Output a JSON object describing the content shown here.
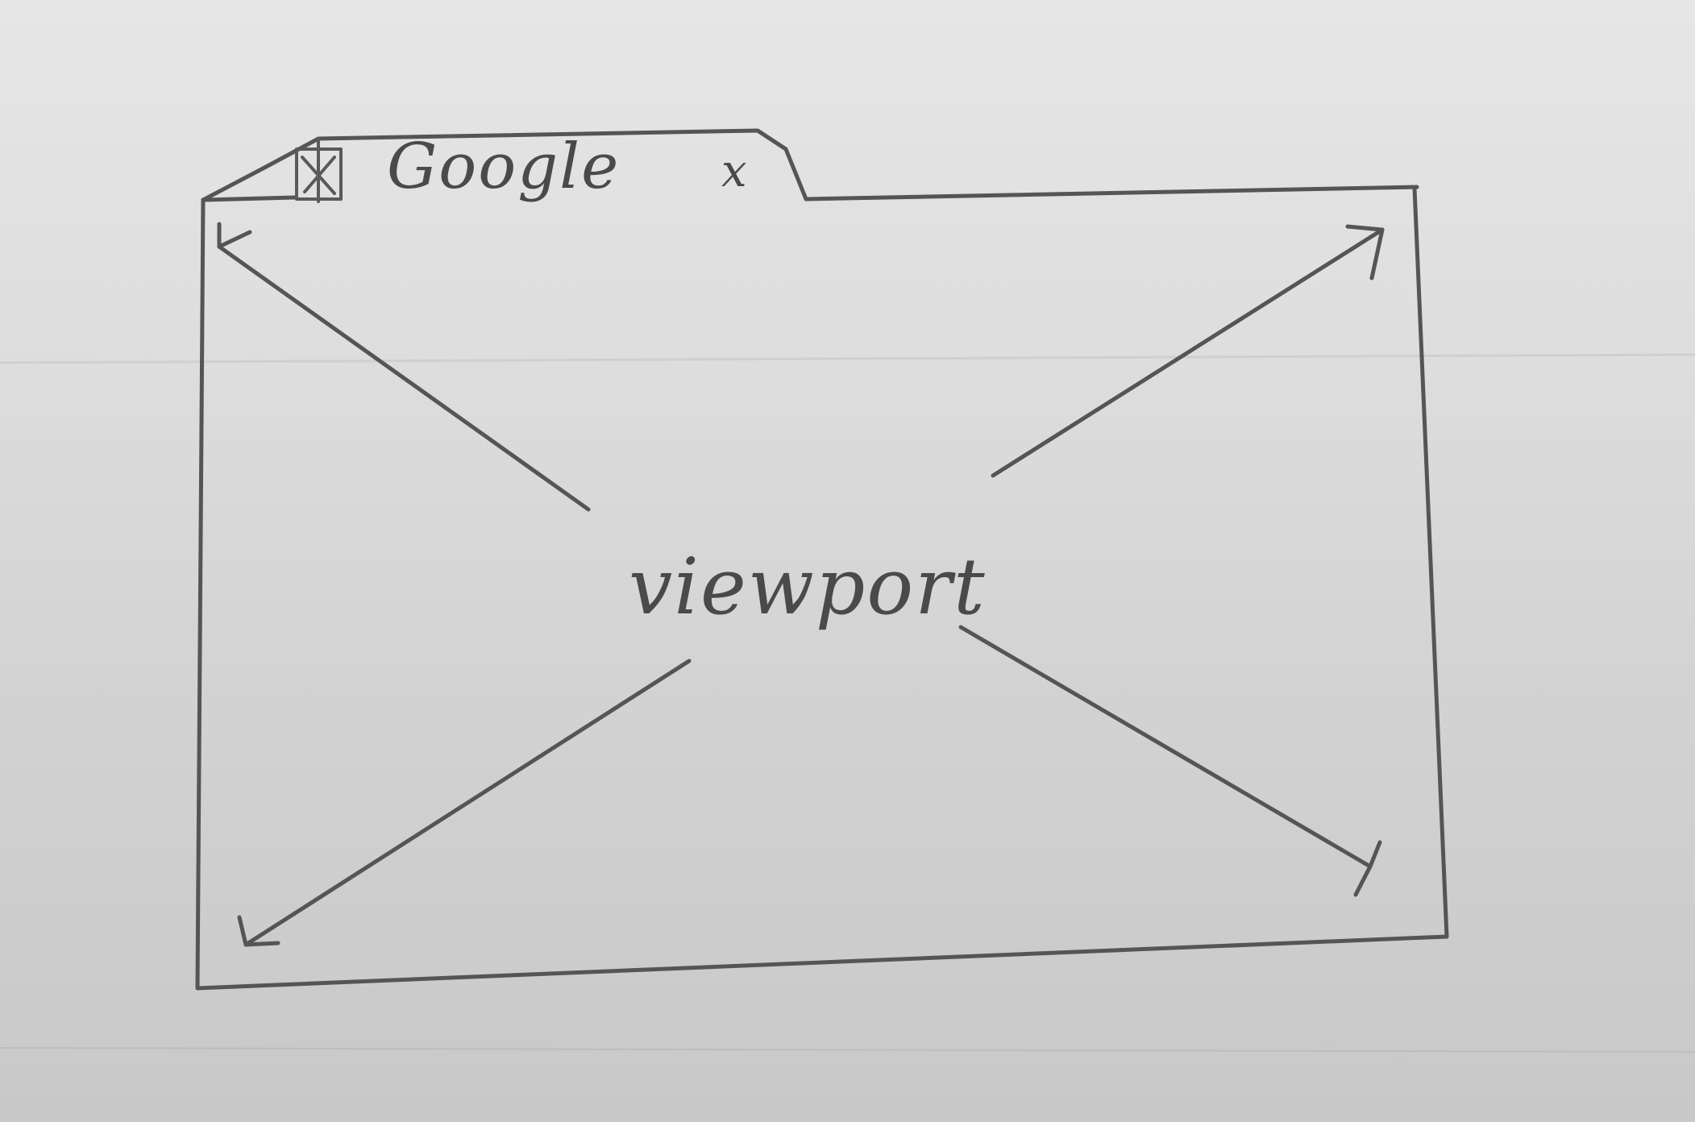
{
  "browser_window": {
    "tab": {
      "title": "Google",
      "close_glyph": "x",
      "favicon": "favicon-icon"
    },
    "viewport": {
      "label": "viewport",
      "arrow_directions": [
        "up-left",
        "up-right",
        "down-left",
        "down-right"
      ]
    }
  },
  "colors": {
    "paper": "#dcdcdc",
    "pencil": "#555555"
  }
}
